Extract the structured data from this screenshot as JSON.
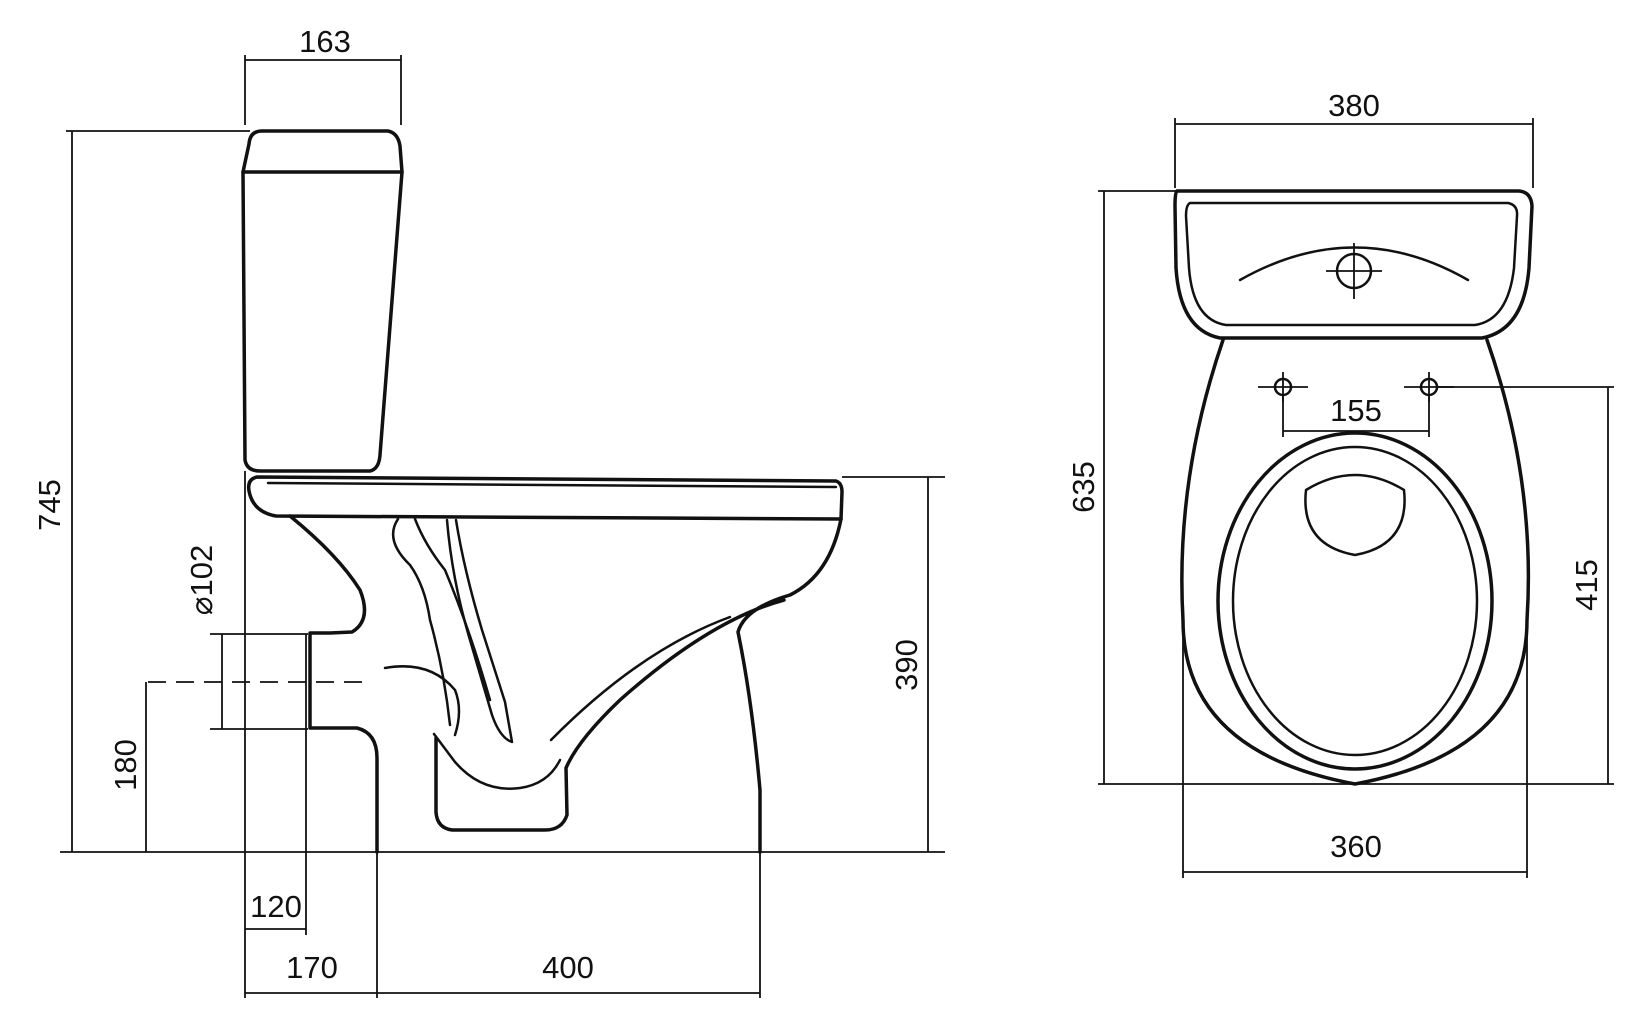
{
  "side_view": {
    "dimensions": {
      "tank_depth": "163",
      "total_height": "745",
      "outlet_diameter": "⌀102",
      "outlet_height": "180",
      "seat_height": "390",
      "outlet_offset": "120",
      "wall_to_base": "170",
      "base_length": "400"
    }
  },
  "top_view": {
    "dimensions": {
      "tank_width": "380",
      "total_length": "635",
      "mounting_hole_spacing": "155",
      "hole_to_front": "415",
      "bowl_width": "360"
    }
  }
}
